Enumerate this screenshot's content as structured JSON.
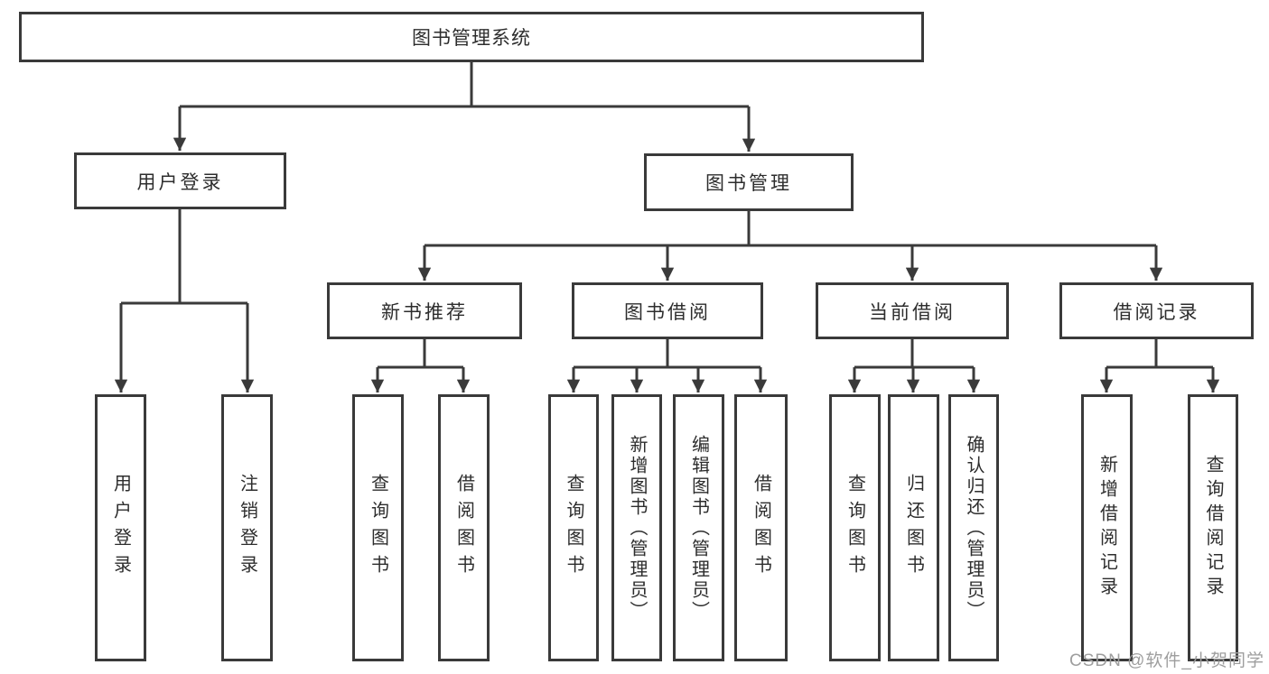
{
  "diagram": {
    "root": {
      "label": "图书管理系统"
    },
    "level2": [
      {
        "id": "user-login",
        "label": "用户登录"
      },
      {
        "id": "book-management",
        "label": "图书管理"
      }
    ],
    "level3": [
      {
        "id": "new-book-recommend",
        "label": "新书推荐"
      },
      {
        "id": "book-borrow",
        "label": "图书借阅"
      },
      {
        "id": "current-borrow",
        "label": "当前借阅"
      },
      {
        "id": "borrow-records",
        "label": "借阅记录"
      }
    ],
    "leaves": [
      {
        "id": "user-login-leaf",
        "parent": "user-login",
        "label": "用户登录"
      },
      {
        "id": "logout",
        "parent": "user-login",
        "label": "注销登录"
      },
      {
        "id": "query-books-recommend",
        "parent": "new-book-recommend",
        "label": "查询图书"
      },
      {
        "id": "borrow-books-recommend",
        "parent": "new-book-recommend",
        "label": "借阅图书"
      },
      {
        "id": "query-books-borrow",
        "parent": "book-borrow",
        "label": "查询图书"
      },
      {
        "id": "add-books-admin",
        "parent": "book-borrow",
        "label": "新增图书（管理员）"
      },
      {
        "id": "edit-books-admin",
        "parent": "book-borrow",
        "label": "编辑图书（管理员）"
      },
      {
        "id": "borrow-books",
        "parent": "book-borrow",
        "label": "借阅图书"
      },
      {
        "id": "query-books-current",
        "parent": "current-borrow",
        "label": "查询图书"
      },
      {
        "id": "return-books",
        "parent": "current-borrow",
        "label": "归还图书"
      },
      {
        "id": "confirm-return-admin",
        "parent": "current-borrow",
        "label": "确认归还（管理员）"
      },
      {
        "id": "add-borrow-record",
        "parent": "borrow-records",
        "label": "新增借阅记录"
      },
      {
        "id": "query-borrow-record",
        "parent": "borrow-records",
        "label": "查询借阅记录"
      }
    ],
    "watermark": "CSDN @软件_小贺同学",
    "colors": {
      "line": "#3a3a3a",
      "box_background": "#ffffff",
      "text": "#2d2d2d",
      "watermark_text": "#9e9e9e"
    }
  }
}
